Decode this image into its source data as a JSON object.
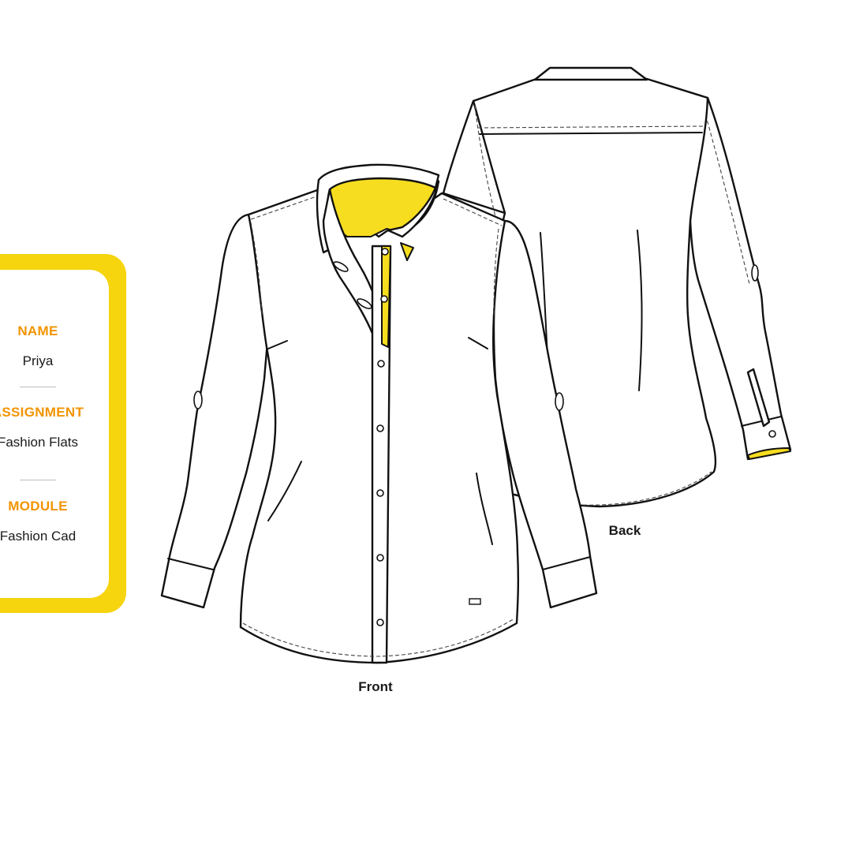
{
  "info_card": {
    "fields": [
      {
        "label": "NAME",
        "value": "Priya"
      },
      {
        "label": "ASSIGNMENT",
        "value": "Fashion Flats"
      },
      {
        "label": "MODULE",
        "value": "Fashion Cad"
      }
    ]
  },
  "drawing": {
    "front_caption": "Front",
    "back_caption": "Back",
    "accent_color": "#f6dd1f",
    "card_accent_color": "#f6d40e",
    "label_color": "#f29400"
  }
}
